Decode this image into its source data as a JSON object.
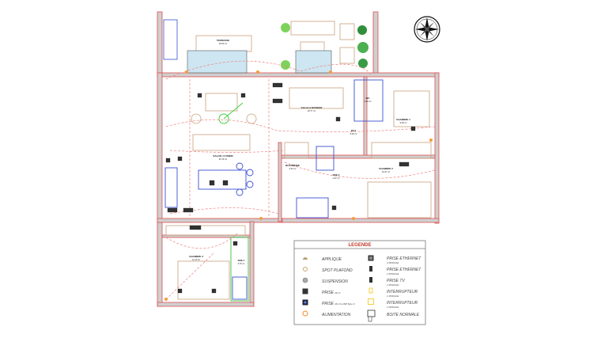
{
  "plan": {
    "rooms": {
      "terrasse": {
        "name": "TERRASSE",
        "area": "26.00 m²"
      },
      "salle_manger": {
        "name": "SALLE A MANGER",
        "area": "18.77 m²"
      },
      "salon": {
        "name": "SALON / CUISINE",
        "area": "62.79 m²"
      },
      "chambre1": {
        "name": "CHAMBRE 1",
        "area": "9.28 m²"
      },
      "chambre2": {
        "name": "CHAMBRE 2",
        "area": "16.47 m²"
      },
      "chambre3": {
        "name": "CHAMBRE 3",
        "area": "11.20 m²"
      },
      "sde1": {
        "name": "SDE 1",
        "area": "3.76 m²"
      },
      "sde2": {
        "name": "SDE 2",
        "area": "2.97 m²"
      },
      "buanderie": {
        "name": "BUANDERIE",
        "area": "2.40 m²"
      },
      "wc": {
        "name": "WC",
        "area": "1.80 m²"
      },
      "degagement": {
        "name": "DGT",
        "area": "5.06 m²"
      }
    }
  },
  "legend": {
    "title": "LEGENDE",
    "left": [
      {
        "icon": "applique-icon",
        "label": "APPLIQUE",
        "sub": ""
      },
      {
        "icon": "spot-plafond-icon",
        "label": "SPOT PLAFOND",
        "sub": ""
      },
      {
        "icon": "suspension-icon",
        "label": "SUSPENSION",
        "sub": ""
      },
      {
        "icon": "prise-icon",
        "label": "PRISE",
        "sub": "2P+T"
      },
      {
        "icon": "prise-usb-icon",
        "label": "PRISE",
        "sub": "2P+T+USB Type C"
      },
      {
        "icon": "alimentation-icon",
        "label": "ALIMENTATION",
        "sub": ""
      }
    ],
    "right": [
      {
        "icon": "prise-ethernet-2-icon",
        "label": "PRISE ETHERNET",
        "sub": "2 MODULE"
      },
      {
        "icon": "prise-ethernet-1-icon",
        "label": "PRISE ETHERNET",
        "sub": "1 MODULE"
      },
      {
        "icon": "prise-tv-icon",
        "label": "PRISE TV",
        "sub": "1 MODULE"
      },
      {
        "icon": "interrupteur-icon",
        "label": "INTERRUPTEUR",
        "sub": "1 MODULE"
      },
      {
        "icon": "interrupteur-2-icon",
        "label": "INTERRUPTEUR",
        "sub": "1 MODULE"
      },
      {
        "icon": "boite-normale-icon",
        "label": "BOITE NORMALE",
        "sub": ""
      }
    ],
    "colors": {
      "title": "#c0392b",
      "wire": "#f08080",
      "alimentation": "#f39c3c",
      "interrupteur": "#f1c40f"
    }
  }
}
